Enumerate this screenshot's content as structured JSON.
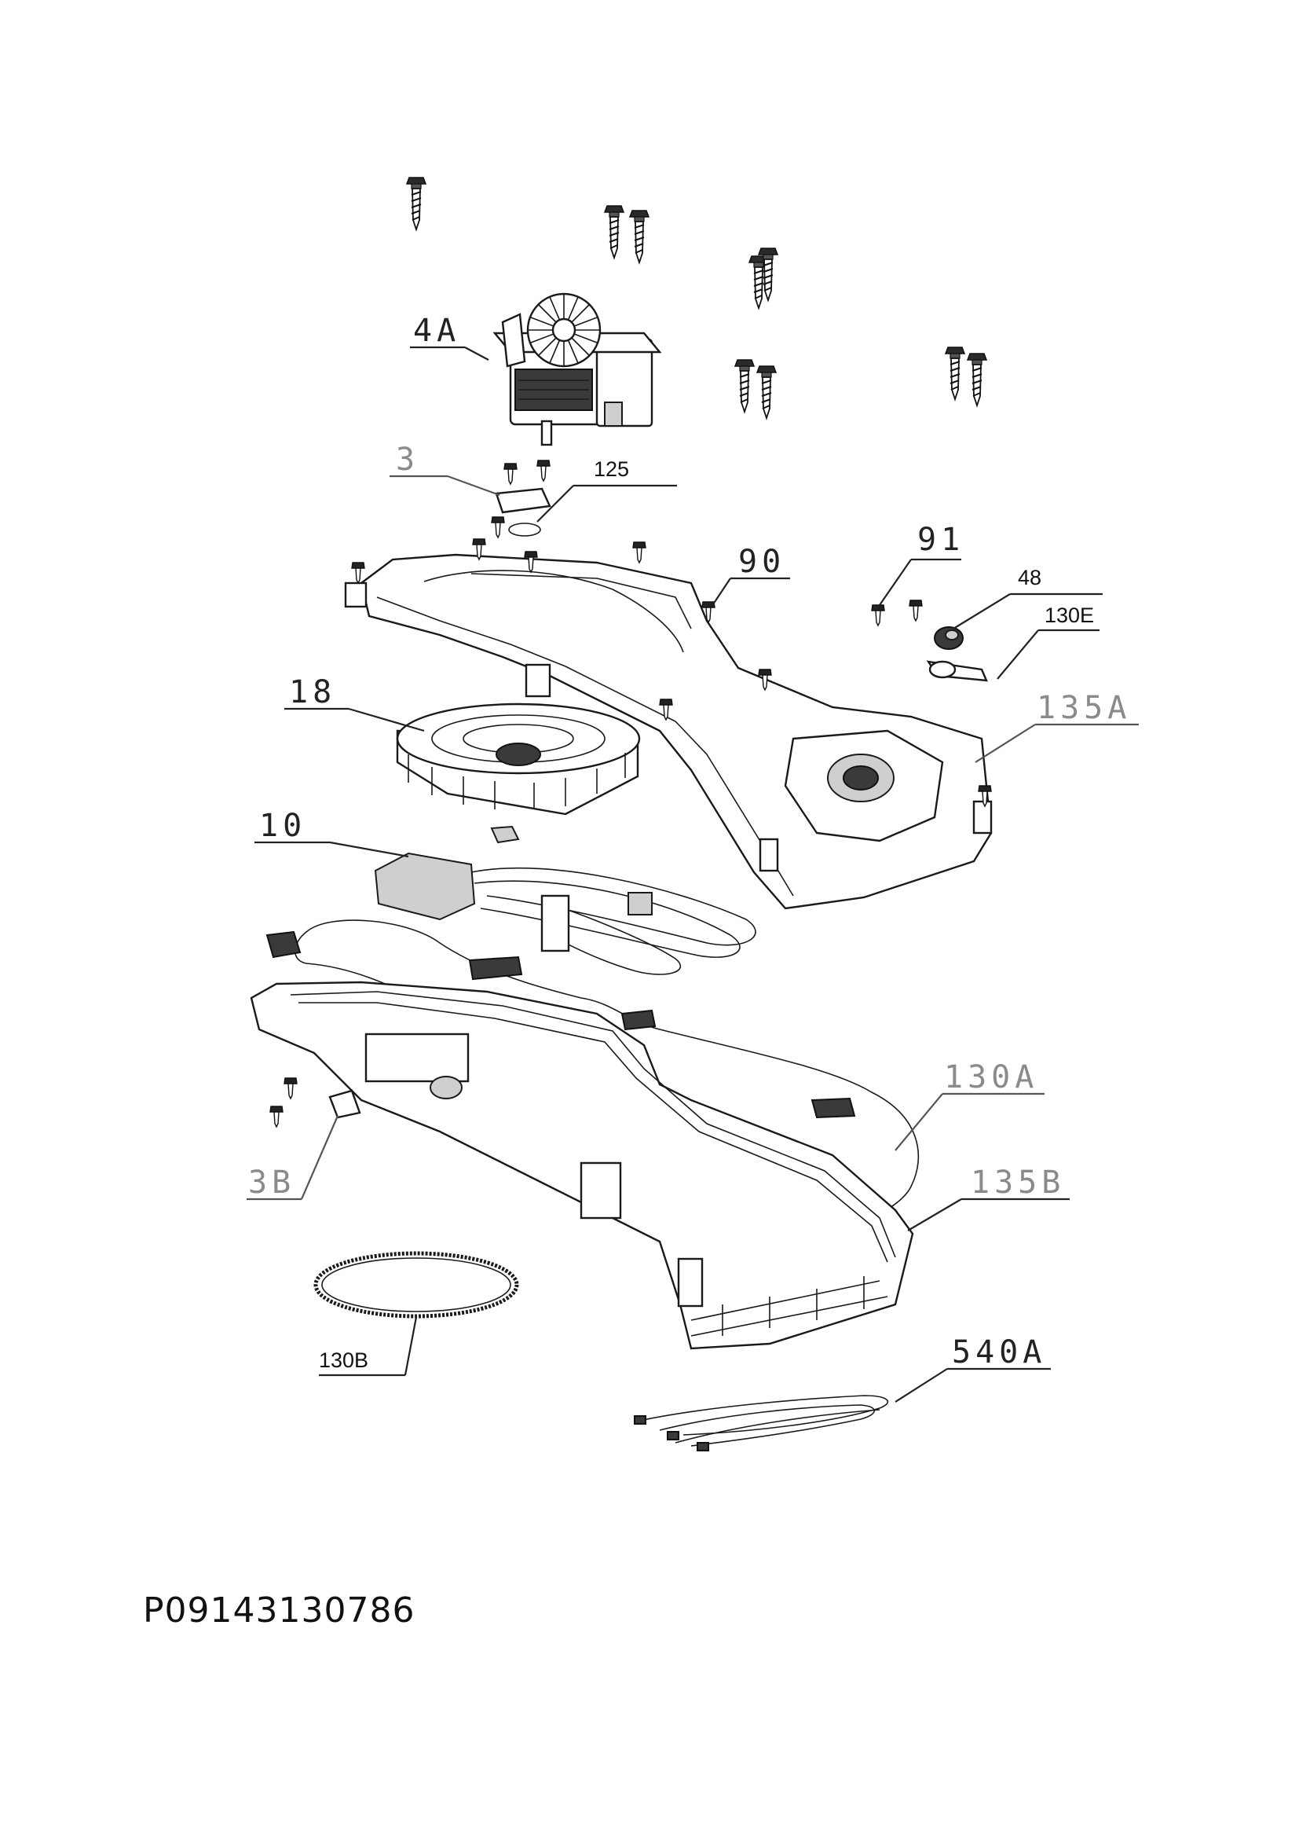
{
  "reference_code": "P09143130786",
  "labels": {
    "4A": "4A",
    "3": "3",
    "125": "125",
    "91": "91",
    "90": "90",
    "48": "48",
    "130E": "130E",
    "135A": "135A",
    "18": "18",
    "10": "10",
    "130A": "130A",
    "3B": "3B",
    "135B": "135B",
    "130B": "130B",
    "540A": "540A"
  },
  "icons": [
    "screw-icon",
    "fan-motor-icon",
    "heating-element-icon",
    "gasket-icon"
  ]
}
